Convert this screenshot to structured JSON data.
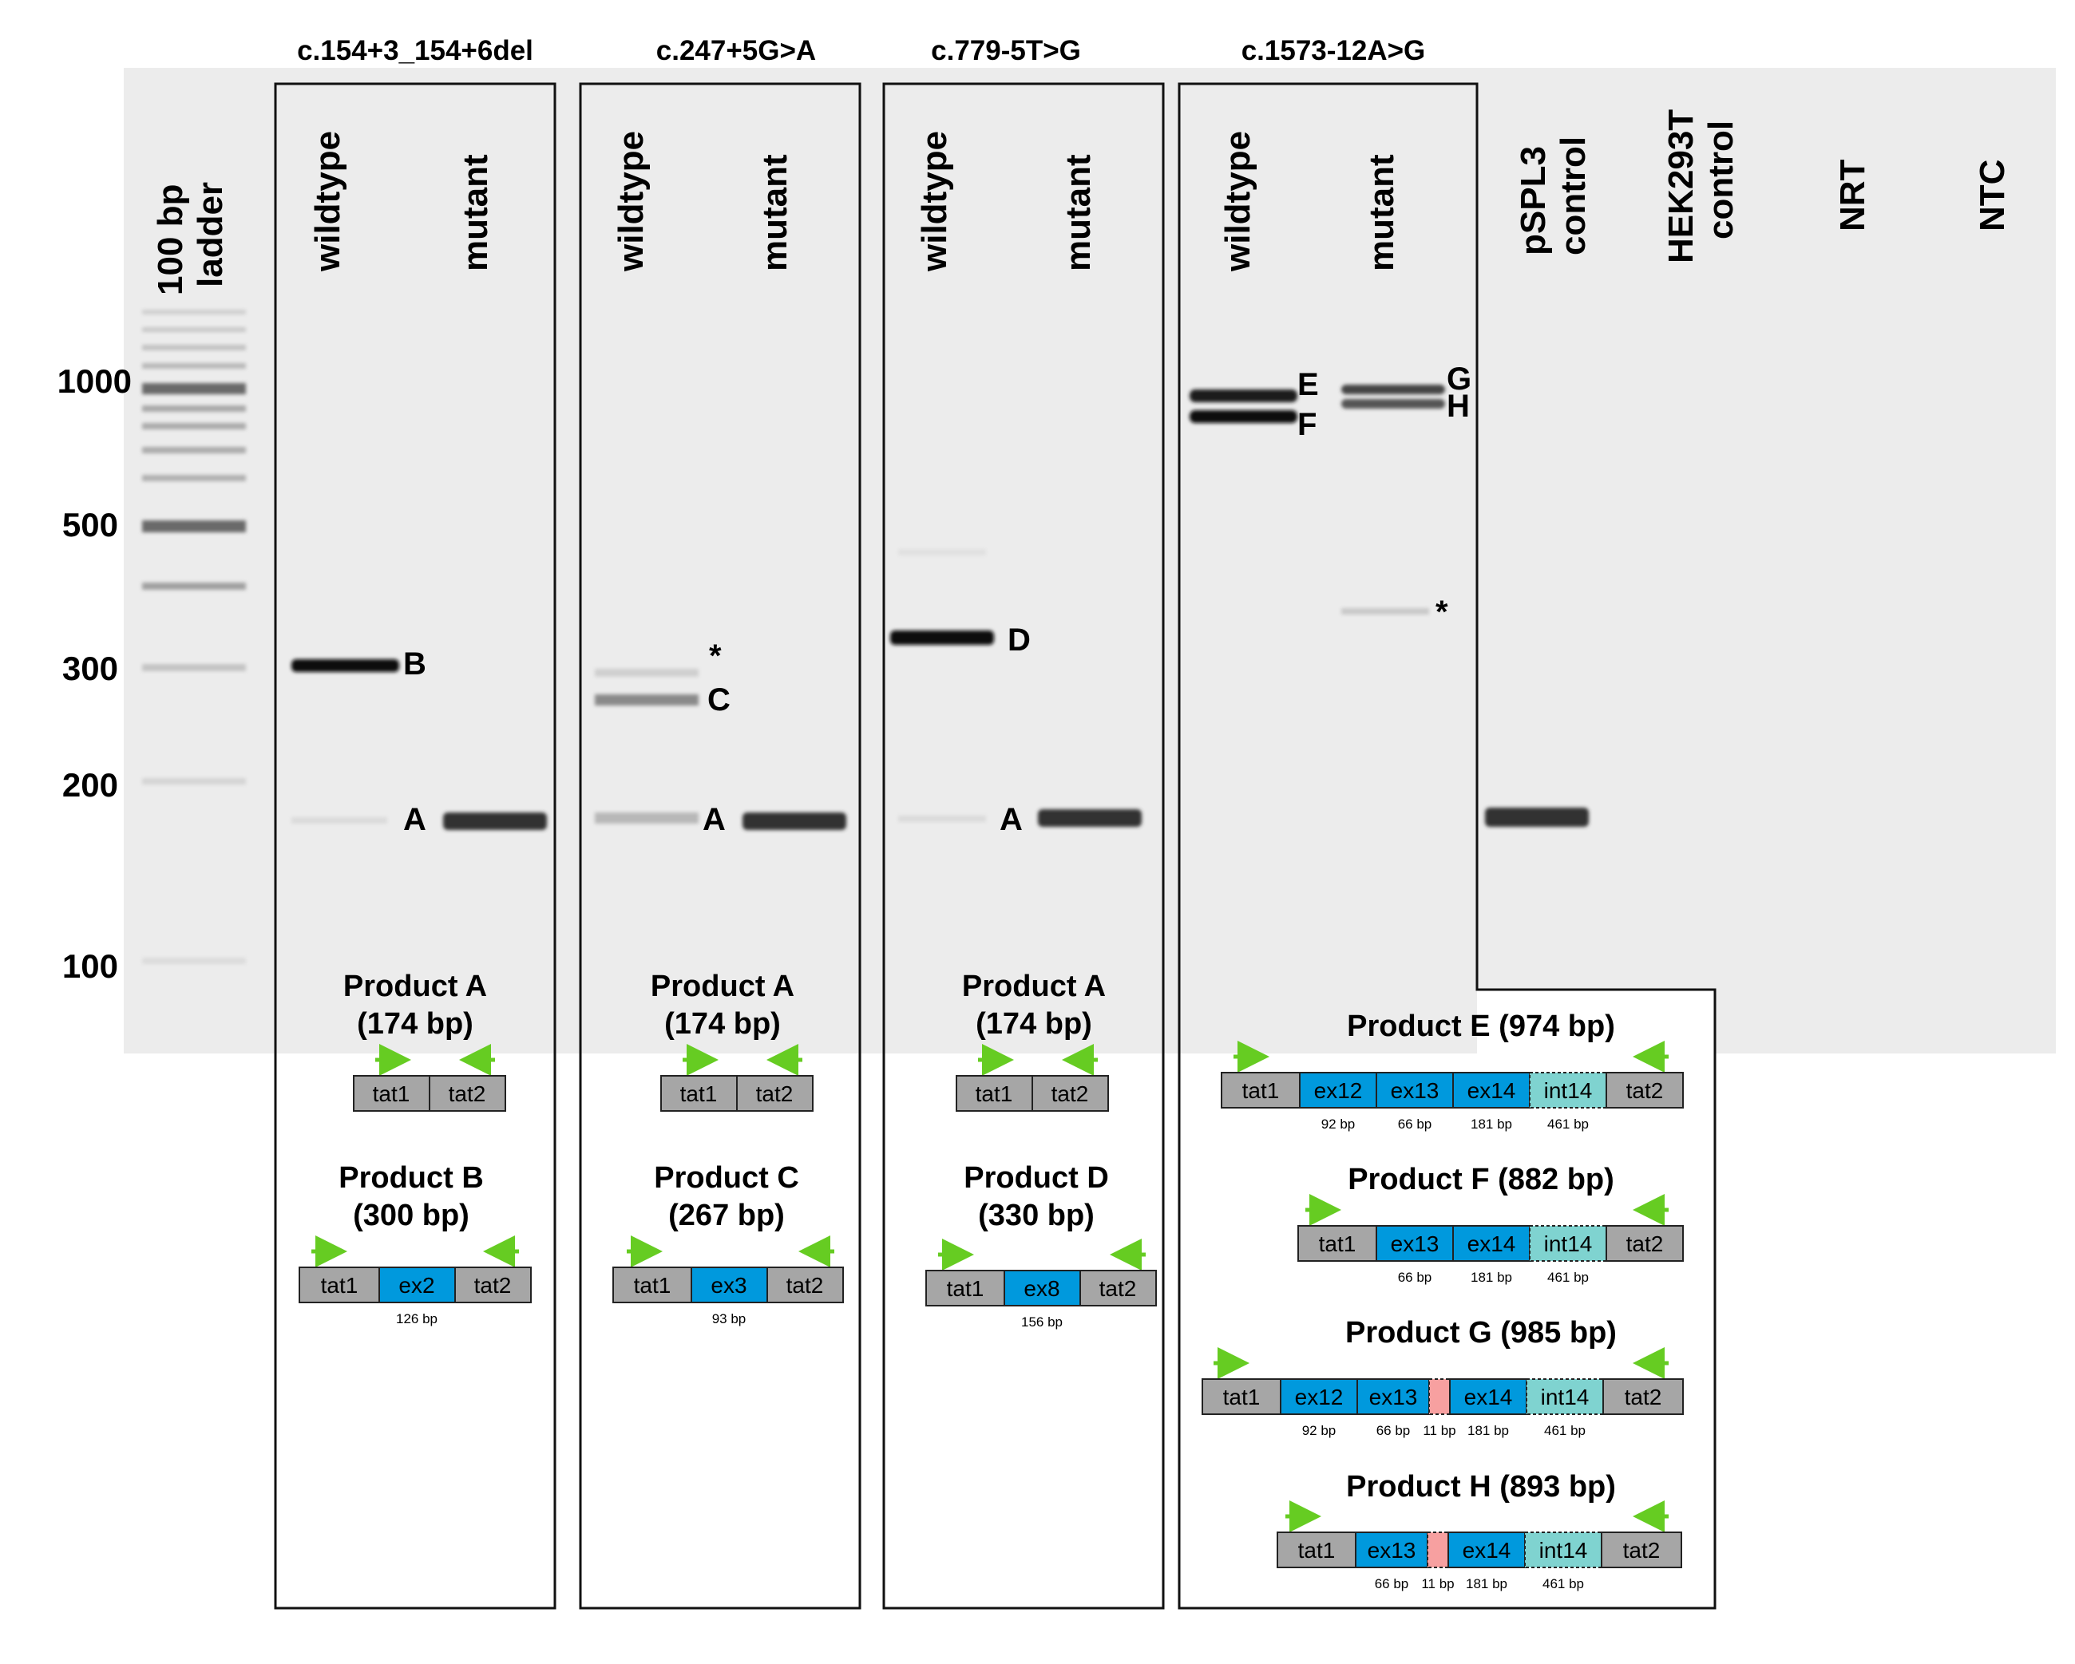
{
  "variant_headers": [
    "c.154+3_154+6del",
    "c.247+5G>A",
    "c.779-5T>G",
    "c.1573-12A>G"
  ],
  "ladder_label": [
    "100 bp",
    "ladder"
  ],
  "lane_labels": {
    "wildtype": "wildtype",
    "mutant": "mutant",
    "pspl3": [
      "pSPL3",
      "control"
    ],
    "hek": [
      "HEK293T",
      "control"
    ],
    "nrt": "NRT",
    "ntc": "NTC"
  },
  "size_markers": [
    "1000",
    "500",
    "300",
    "200",
    "100"
  ],
  "band_letters": [
    "B",
    "A",
    "*",
    "C",
    "A",
    "D",
    "A",
    "E",
    "F",
    "G",
    "H",
    "*"
  ],
  "products": {
    "A": [
      "Product A",
      "(174 bp)"
    ],
    "B": [
      "Product B",
      "(300 bp)"
    ],
    "C": [
      "Product C",
      "(267 bp)"
    ],
    "D": [
      "Product D",
      "(330 bp)"
    ],
    "E": "Product E (974 bp)",
    "F": "Product F (882 bp)",
    "G": "Product G (985 bp)",
    "H": "Product H (893 bp)"
  },
  "segment_labels": {
    "tat1": "tat1",
    "tat2": "tat2",
    "ex2": "ex2",
    "ex3": "ex3",
    "ex8": "ex8",
    "ex12": "ex12",
    "ex13": "ex13",
    "ex14": "ex14",
    "int14": "int14"
  },
  "segment_sizes": {
    "ex2": "126 bp",
    "ex3": "93 bp",
    "ex8": "156 bp",
    "ex12": "92 bp",
    "ex13": "66 bp",
    "ins": "11 bp",
    "ex14": "181 bp",
    "int14": "461 bp"
  },
  "colors": {
    "gel_background": "#ececec",
    "band": "#111111",
    "exon": "#0099dd",
    "tat": "#a6a6a6",
    "intron": "#7fd3d0",
    "insertion": "#f7a0a0",
    "primer_arrow": "#66cc22"
  }
}
